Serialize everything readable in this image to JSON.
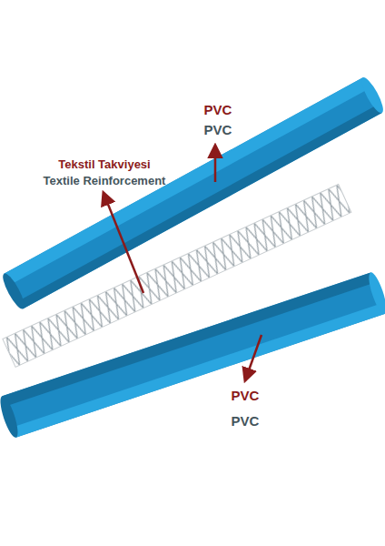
{
  "diagram": {
    "labels": [
      "PVC",
      "PVC",
      "Tekstil Takviyesi",
      "Textile Reinforcement",
      "PVC",
      "PVC"
    ]
  }
}
